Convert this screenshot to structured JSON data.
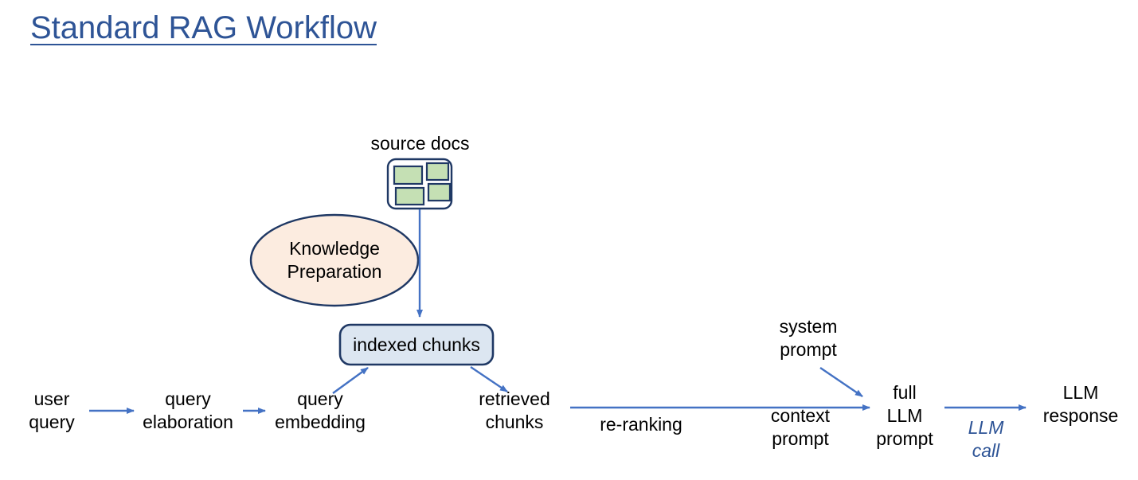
{
  "page": {
    "title": "Standard RAG Workflow",
    "background": "#ffffff"
  },
  "colors": {
    "title": "#2e5496",
    "arrow": "#4472c4",
    "shape_border": "#1f3864",
    "doc_icon_fill": "#c5e0b4",
    "chunks_fill": "#dce6f1",
    "ellipse_fill": "#fcece0",
    "text": "#000000",
    "accent_label": "#2e5496"
  },
  "diagram": {
    "type": "flowchart",
    "nodes": [
      {
        "id": "source_docs",
        "label": "source docs",
        "kind": "text-label"
      },
      {
        "id": "docs_icon",
        "label": "",
        "kind": "document-icon"
      },
      {
        "id": "knowledge_prep",
        "label": "Knowledge\nPreparation",
        "kind": "ellipse"
      },
      {
        "id": "indexed_chunks",
        "label": "indexed chunks",
        "kind": "rounded-rect"
      },
      {
        "id": "user_query",
        "label": "user\nquery",
        "kind": "text"
      },
      {
        "id": "query_elab",
        "label": "query\nelaboration",
        "kind": "text"
      },
      {
        "id": "query_embed",
        "label": "query\nembedding",
        "kind": "text"
      },
      {
        "id": "retrieved",
        "label": "retrieved\nchunks",
        "kind": "text"
      },
      {
        "id": "system_prompt",
        "label": "system\nprompt",
        "kind": "text"
      },
      {
        "id": "context_prompt",
        "label": "context\nprompt",
        "kind": "text"
      },
      {
        "id": "full_prompt",
        "label": "full\nLLM\nprompt",
        "kind": "text"
      },
      {
        "id": "llm_response",
        "label": "LLM\nresponse",
        "kind": "text"
      }
    ],
    "edges": [
      {
        "from": "user_query",
        "to": "query_elab",
        "label": ""
      },
      {
        "from": "query_elab",
        "to": "query_embed",
        "label": ""
      },
      {
        "from": "query_embed",
        "to": "indexed_chunks",
        "label": ""
      },
      {
        "from": "docs_icon",
        "to": "indexed_chunks",
        "label": ""
      },
      {
        "from": "indexed_chunks",
        "to": "retrieved",
        "label": ""
      },
      {
        "from": "retrieved",
        "to": "full_prompt",
        "label": "re-ranking"
      },
      {
        "from": "system_prompt",
        "to": "full_prompt",
        "label": ""
      },
      {
        "from": "full_prompt",
        "to": "llm_response",
        "label": "LLM\ncall"
      }
    ],
    "edge_labels": {
      "reranking": "re-ranking",
      "llm_call": "LLM\ncall"
    }
  }
}
